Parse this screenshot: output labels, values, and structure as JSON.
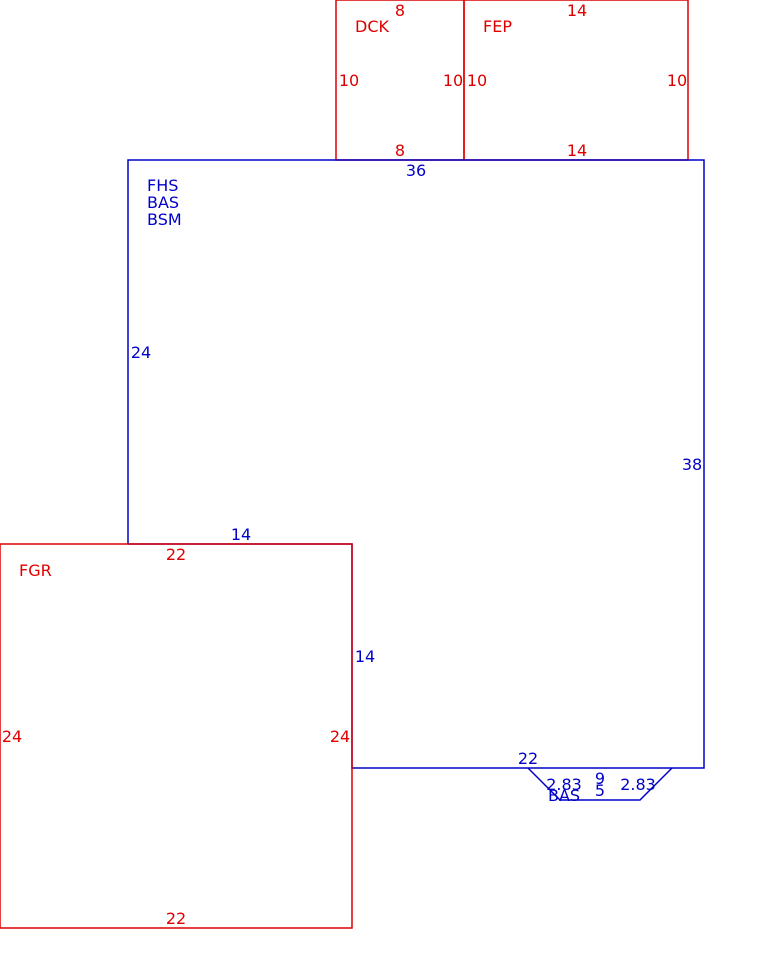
{
  "colors": {
    "red": "#e00000",
    "blue": "#0000c8"
  },
  "areas": {
    "dck": {
      "code": "DCK",
      "dims": {
        "top": "8",
        "bottom": "8",
        "left": "10",
        "right": "10"
      }
    },
    "fep": {
      "code": "FEP",
      "dims": {
        "top": "14",
        "bottom": "14",
        "left": "10",
        "right": "10"
      }
    },
    "main": {
      "codes": [
        "FHS",
        "BAS",
        "BSM"
      ],
      "dims": {
        "top": "36",
        "left": "24",
        "right": "38",
        "notch_top": "14",
        "notch_side": "14",
        "bottom": "22"
      }
    },
    "fgr": {
      "code": "FGR",
      "dims": {
        "top": "22",
        "bottom": "22",
        "left": "24",
        "right": "24"
      }
    },
    "bay": {
      "code": "BAS",
      "dims": {
        "left": "2.83",
        "top": "9",
        "bottom": "5",
        "right": "2.83"
      }
    }
  }
}
